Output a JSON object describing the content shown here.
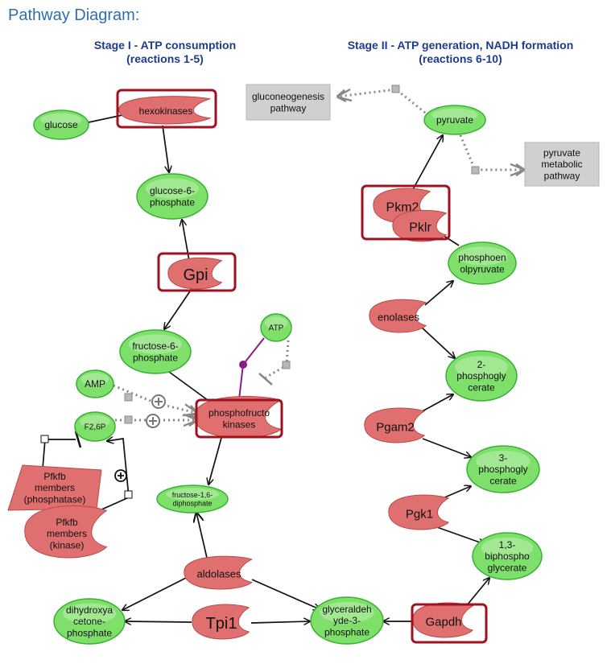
{
  "heading": "Pathway Diagram:",
  "stages": {
    "stage1": {
      "title": "Stage I - ATP consumption",
      "subtitle": "(reactions 1-5)"
    },
    "stage2": {
      "title": "Stage II - ATP generation, NADH formation",
      "subtitle": "(reactions 6-10)"
    }
  },
  "colors": {
    "metabolite": "#7ee06a",
    "metabolite_stroke": "#37b232",
    "enzyme": "#e07070",
    "enzyme_stroke": "#b94848",
    "highlight": "#a0101e",
    "pathway_box": "#d0d0d0",
    "inhibitor": "#8b1a8b",
    "heading": "#2e6db4",
    "stage": "#1f3b8c"
  },
  "nodes": {
    "glucose": {
      "label": "glucose",
      "type": "metabolite"
    },
    "hexokinases": {
      "label": "hexokinases",
      "type": "enzyme",
      "highlighted": true
    },
    "g6p": {
      "label": "glucose-6-\nphosphate",
      "type": "metabolite"
    },
    "gpi": {
      "label": "Gpi",
      "type": "enzyme",
      "highlighted": true
    },
    "f6p": {
      "label": "fructose-6-\nphosphate",
      "type": "metabolite"
    },
    "atp": {
      "label": "ATP",
      "type": "metabolite"
    },
    "amp": {
      "label": "AMP",
      "type": "metabolite"
    },
    "f26p": {
      "label": "F2,6P",
      "type": "metabolite"
    },
    "pfk": {
      "label": "phosphofructo\nkinases",
      "type": "enzyme",
      "highlighted": true
    },
    "pfkfb_phos": {
      "label": "Pfkfb\nmembers\n(phosphatase)",
      "type": "enzyme"
    },
    "pfkfb_kin": {
      "label": "Pfkfb\nmembers\n(kinase)",
      "type": "enzyme"
    },
    "f16p": {
      "label": "fructose-1,6-\ndiphosphate",
      "type": "metabolite"
    },
    "aldolases": {
      "label": "aldolases",
      "type": "enzyme"
    },
    "dhap": {
      "label": "dihydroxya\ncetone-\nphosphate",
      "type": "metabolite"
    },
    "tpi1": {
      "label": "Tpi1",
      "type": "enzyme"
    },
    "gap": {
      "label": "glyceraldeh\nyde-3-\nphosphate",
      "type": "metabolite"
    },
    "gapdh": {
      "label": "Gapdh",
      "type": "enzyme",
      "highlighted": true
    },
    "bpg13": {
      "label": "1,3-\nbiphospho\nglycerate",
      "type": "metabolite"
    },
    "pgk1": {
      "label": "Pgk1",
      "type": "enzyme"
    },
    "pg3": {
      "label": "3-\nphosphogly\ncerate",
      "type": "metabolite"
    },
    "pgam2": {
      "label": "Pgam2",
      "type": "enzyme"
    },
    "pg2": {
      "label": "2-\nphosphogly\ncerate",
      "type": "metabolite"
    },
    "enolases": {
      "label": "enolases",
      "type": "enzyme"
    },
    "pep": {
      "label": "phosphoen\nolpyruvate",
      "type": "metabolite"
    },
    "pkm2": {
      "label": "Pkm2",
      "type": "enzyme",
      "highlighted": true
    },
    "pklr": {
      "label": "Pklr",
      "type": "enzyme"
    },
    "pyruvate": {
      "label": "pyruvate",
      "type": "metabolite"
    },
    "gluconeo": {
      "label": "gluconeogenesis\npathway",
      "type": "pathway"
    },
    "pyr_metab": {
      "label": "pyruvate\nmetabolic\npathway",
      "type": "pathway"
    }
  }
}
